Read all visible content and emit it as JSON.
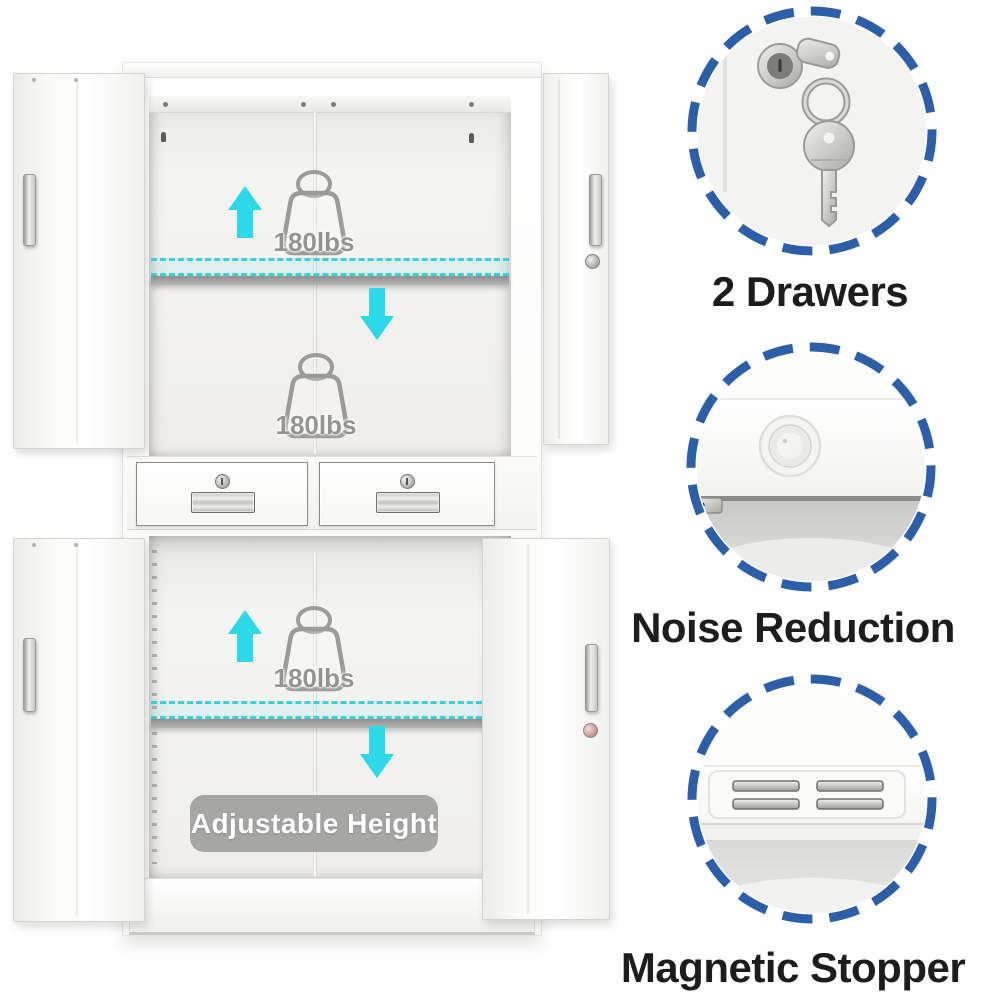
{
  "cabinet": {
    "weights": [
      "180lbs",
      "180lbs",
      "180lbs"
    ],
    "banner_label": "Adjustable Height",
    "shelf_count": 2,
    "drawer_count": 2
  },
  "callouts": [
    {
      "label": "2 Drawers",
      "icon": "lock-and-keys-icon"
    },
    {
      "label": "Noise Reduction",
      "icon": "rubber-damper-icon"
    },
    {
      "label": "Magnetic Stopper",
      "icon": "magnetic-strips-icon"
    }
  ],
  "icons": {
    "up_arrow": "up-arrow-icon",
    "down_arrow": "down-arrow-icon",
    "weight": "weight-capacity-icon",
    "drawer_lock": "cam-lock-icon",
    "drawer_handle": "recessed-handle",
    "door_handle": "vertical-handle",
    "door_lock": "door-lock-icon"
  },
  "colors": {
    "accent_cyan": "#2bd9e9",
    "shelf_dash_cyan": "#3ed0d6",
    "outline_gray": "#9b9b9b",
    "banner_bg": "#a0a09e",
    "banner_text": "#ffffff",
    "callout_dash_blue": "#2d5fa8",
    "label_text": "#1d1d1d"
  }
}
